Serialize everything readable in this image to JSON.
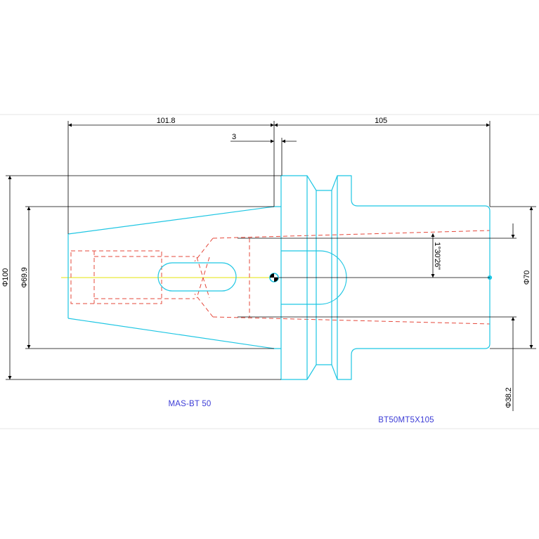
{
  "drawing": {
    "tool_family": "MAS-BT 50",
    "part_number": "BT50MT5X105"
  },
  "dimensions": {
    "taper_length": "101.8",
    "flange_gap": "3",
    "shank_length": "105",
    "flange_dia": "Φ100",
    "taper_dia": "Φ69.9",
    "taper_angle": "1°30'26\"",
    "shank_dia": "Φ70",
    "bore_dia": "Φ38.2"
  },
  "colors": {
    "outline": "#1fc6e3",
    "hidden": "#e5483b",
    "centerline": "#e4e40a",
    "dimension": "#000000",
    "label": "#3b3bd6"
  }
}
